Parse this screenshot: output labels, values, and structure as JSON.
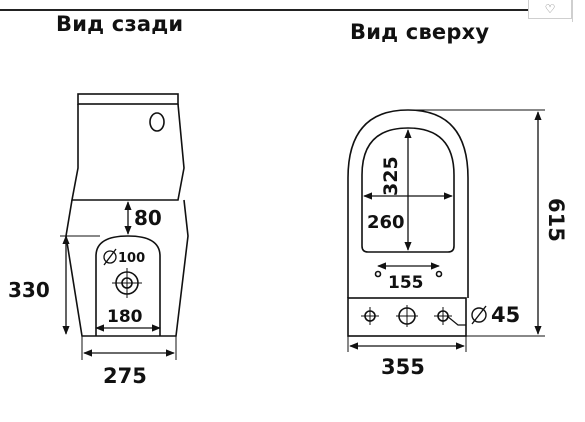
{
  "titles": {
    "back_view": "Вид сзади",
    "top_view": "Вид сверху"
  },
  "header": {
    "favorite_icon": "heart-outline"
  },
  "back_view": {
    "dim_height": "330",
    "dim_gap": "80",
    "dim_pipe": "100",
    "dim_outlet_width": "180",
    "dim_base_width": "275"
  },
  "top_view": {
    "dim_length": "615",
    "dim_seat_length": "325",
    "dim_seat_width": "260",
    "dim_hole_spacing": "155",
    "dim_fixing_holes": "45",
    "dim_tank_width": "355"
  },
  "colors": {
    "line": "#111111",
    "background": "#ffffff"
  }
}
